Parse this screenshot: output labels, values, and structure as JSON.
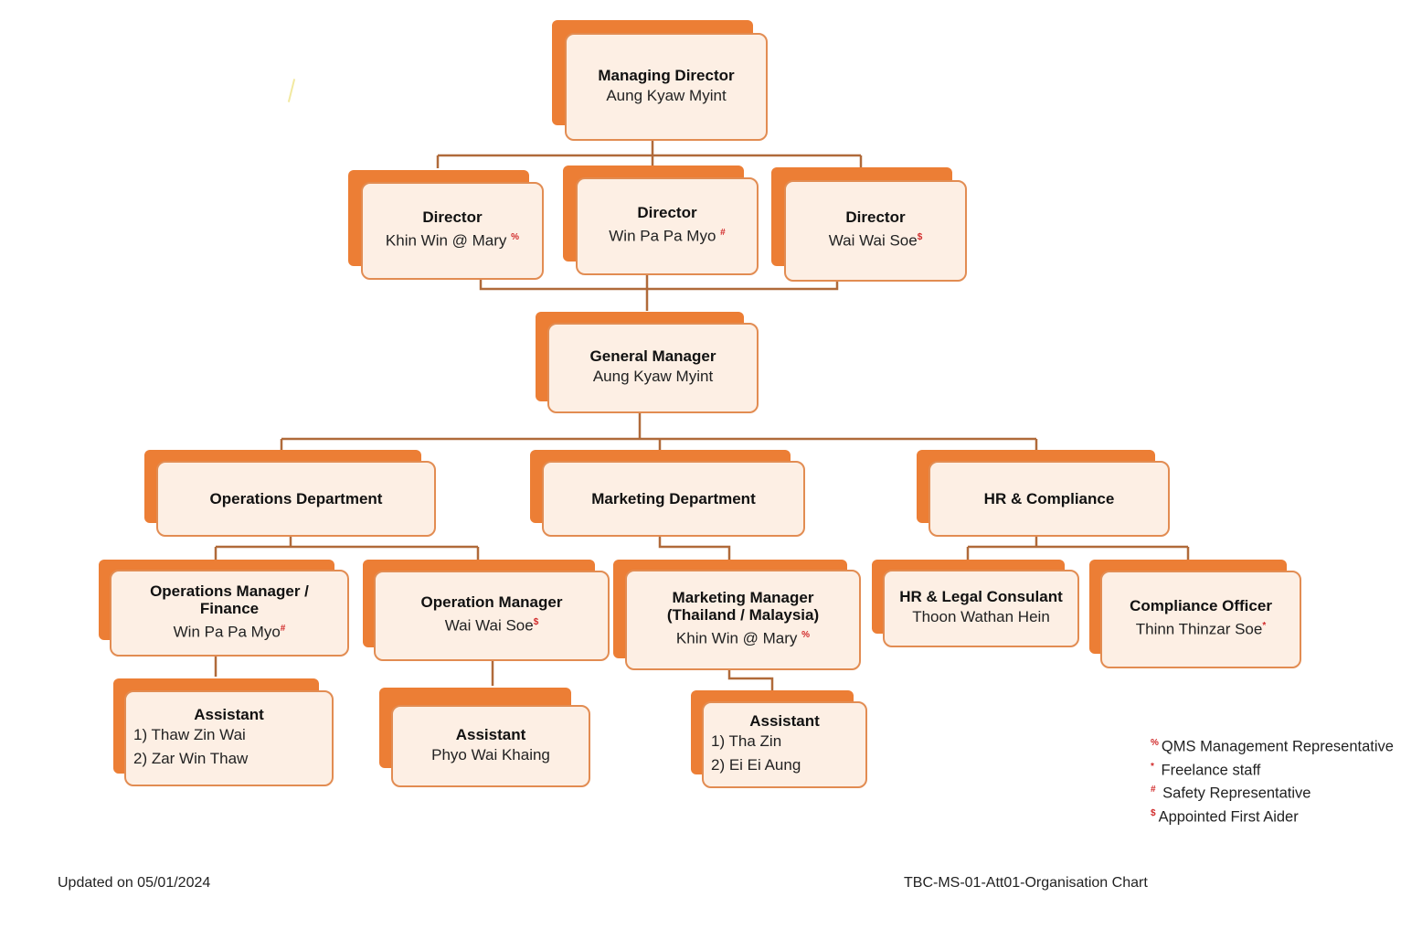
{
  "nodes": {
    "md": {
      "title": "Managing Director",
      "name": "Aung Kyaw Myint"
    },
    "dir1": {
      "title": "Director",
      "name": "Khin Win @ Mary",
      "mark": "%"
    },
    "dir2": {
      "title": "Director",
      "name": "Win Pa Pa Myo",
      "mark": "#"
    },
    "dir3": {
      "title": "Director",
      "name": "Wai Wai Soe",
      "mark": "$"
    },
    "gm": {
      "title": "General Manager",
      "name": "Aung Kyaw Myint"
    },
    "ops_dept": {
      "title": "Operations Department"
    },
    "mkt_dept": {
      "title": "Marketing Department"
    },
    "hr_dept": {
      "title": "HR & Compliance"
    },
    "ops_mgr_fin": {
      "title": "Operations Manager / Finance",
      "name": "Win Pa Pa Myo",
      "mark": "#"
    },
    "op_mgr": {
      "title": "Operation Manager",
      "name": "Wai Wai Soe",
      "mark": "$"
    },
    "mkt_mgr": {
      "title": "Marketing Manager (Thailand / Malaysia)",
      "name": "Khin Win @ Mary",
      "mark": "%"
    },
    "hr_legal": {
      "title": "HR & Legal Consulant",
      "name": "Thoon Wathan Hein"
    },
    "compliance": {
      "title": "Compliance Officer",
      "name": "Thinn Thinzar Soe",
      "mark": "*"
    },
    "asst_ops": {
      "title": "Assistant",
      "items": [
        "1) Thaw Zin Wai",
        "2) Zar Win Thaw"
      ]
    },
    "asst_op": {
      "title": "Assistant",
      "name": "Phyo Wai Khaing"
    },
    "asst_mkt": {
      "title": "Assistant",
      "items": [
        "1) Tha Zin",
        "2) Ei Ei Aung"
      ]
    }
  },
  "legend": [
    {
      "symbol": "%",
      "label": "QMS Management Representative"
    },
    {
      "symbol": "*",
      "label": " Freelance staff"
    },
    {
      "symbol": "#",
      "label": " Safety Representative"
    },
    {
      "symbol": "$",
      "label": "Appointed First Aider"
    }
  ],
  "footer": {
    "updated": "Updated on 05/01/2024",
    "doc_id": "TBC-MS-01-Att01-Organisation Chart"
  },
  "colors": {
    "accent": "#ec7e35",
    "card_fill": "#fdefe4",
    "card_border": "#e28c52",
    "connector": "#b06a3a",
    "mark": "#d12a2a"
  }
}
